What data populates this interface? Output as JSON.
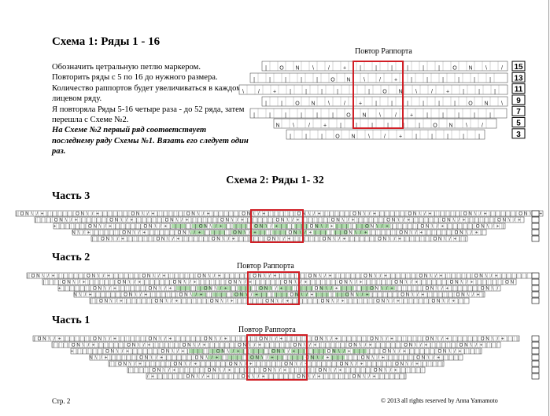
{
  "schema1": {
    "title": "Схема 1: Ряды 1 - 16",
    "paragraphs": [
      "Обозначить цетральную петлю маркером.",
      "Повторить ряды с 5 по 16 до нужного размера.",
      "Количество раппортов будет увеличиваться в каждом лицевом ряду.",
      "Я повторяла Ряды 5-16 четыре раза - до 52 ряда, затем перешла с Схеме №2."
    ],
    "note": "На Схеме №2 первый ряд соответствует последнему ряду Схемы №1. Вязать его следует один раз.",
    "repeat_label": "Повтор Раппорта",
    "row_numbers": [
      "15",
      "13",
      "11",
      "9",
      "7",
      "5",
      "3"
    ]
  },
  "schema2": {
    "title": "Схема 2: Ряды 1- 32",
    "parts": [
      {
        "label": "Часть 3",
        "repeat_label": ""
      },
      {
        "label": "Часть 2",
        "repeat_label": "Повтор Раппорта"
      },
      {
        "label": "Часть 1",
        "repeat_label": "Повтор Раппорта"
      }
    ]
  },
  "colors": {
    "repeat_box": "#d11f26",
    "cable_green": "#8ed08a",
    "grid": "#333333"
  },
  "footer": {
    "page": "Стр. 2",
    "copyright": "© 2013 all rights reserved by Anna Yamamoto"
  }
}
